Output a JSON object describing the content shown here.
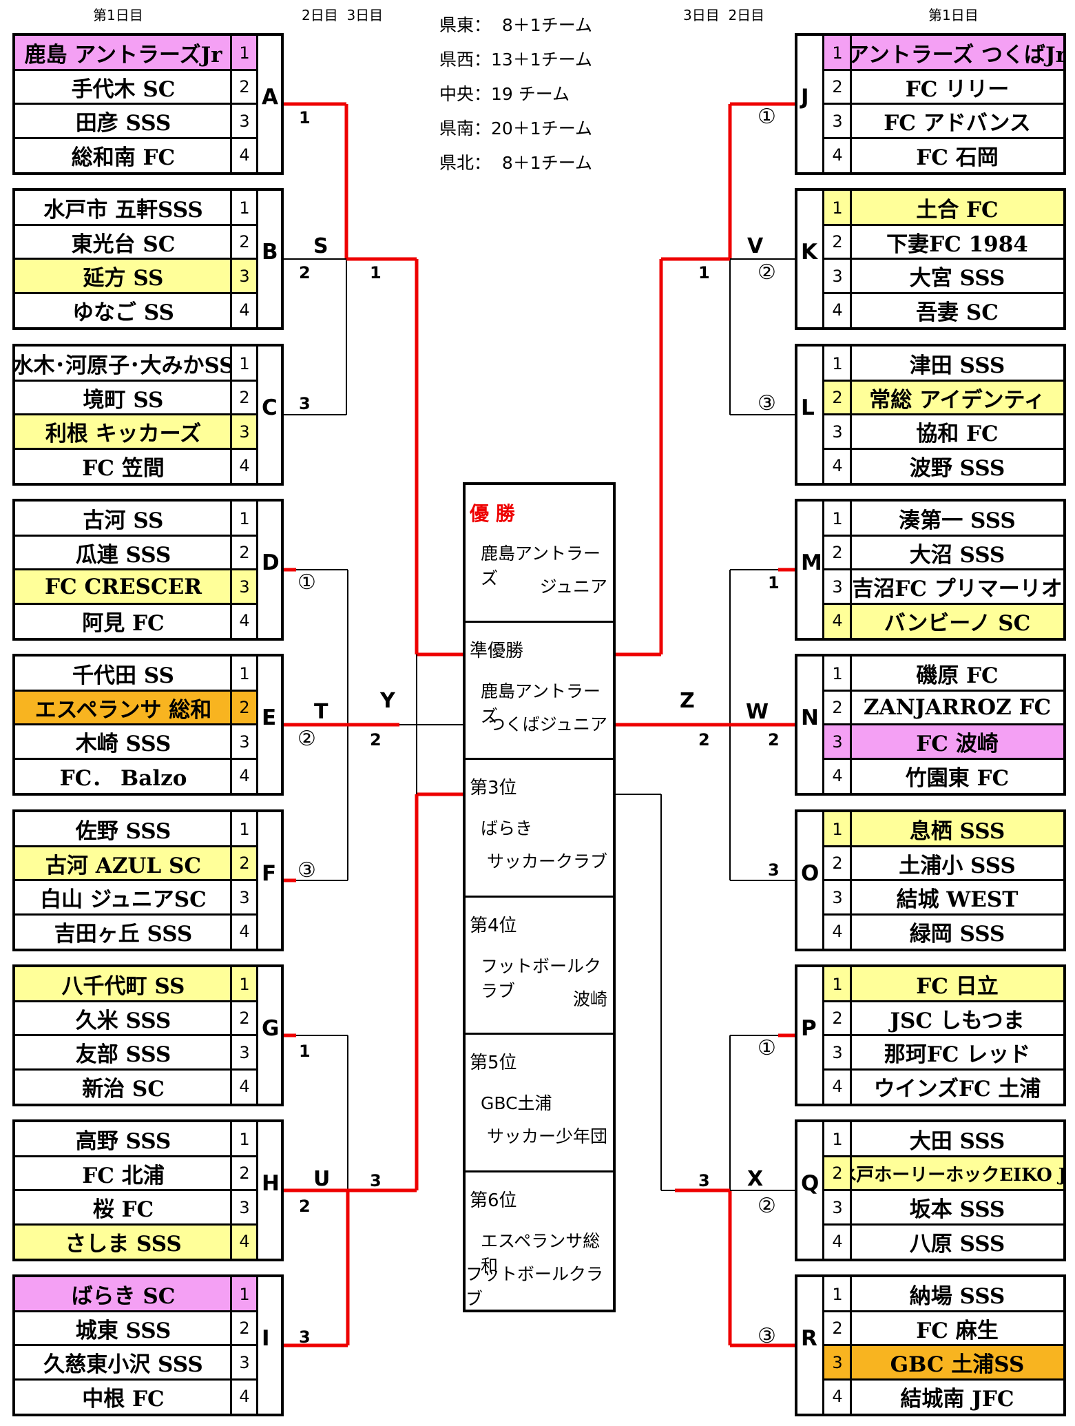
{
  "headers": {
    "left_day1": "第1日目",
    "left_days": "2日目  3日目",
    "right_days": "3日目  2日目",
    "right_day1": "第1日目"
  },
  "summary": [
    "県東：  8＋1チーム",
    "県西：13＋1チーム",
    "中央：19 チーム",
    "県南：20＋1チーム",
    "県北：  8＋1チーム"
  ],
  "colors": {
    "pink": "#f4a0f4",
    "yellow": "#ffff99",
    "orange": "#f8b420",
    "red": "#ee0000"
  },
  "left_groups": [
    {
      "label": "A",
      "teams": [
        {
          "name": "鹿島 アントラーズJr",
          "num": "1",
          "hl": "pink"
        },
        {
          "name": "手代木 SC",
          "num": "2"
        },
        {
          "name": "田彦 SSS",
          "num": "3"
        },
        {
          "name": "総和南 FC",
          "num": "4"
        }
      ]
    },
    {
      "label": "B",
      "teams": [
        {
          "name": "水戸市 五軒SSS",
          "num": "1"
        },
        {
          "name": "東光台 SC",
          "num": "2"
        },
        {
          "name": "延方 SS",
          "num": "3",
          "hl": "yellow"
        },
        {
          "name": "ゆなご SS",
          "num": "4"
        }
      ]
    },
    {
      "label": "C",
      "teams": [
        {
          "name": "水木･河原子･大みかSS",
          "num": "1"
        },
        {
          "name": "境町 SS",
          "num": "2"
        },
        {
          "name": "利根 キッカーズ",
          "num": "3",
          "hl": "yellow"
        },
        {
          "name": "FC 笠間",
          "num": "4"
        }
      ]
    },
    {
      "label": "D",
      "teams": [
        {
          "name": "古河 SS",
          "num": "1"
        },
        {
          "name": "瓜連 SSS",
          "num": "2"
        },
        {
          "name": "FC CRESCER",
          "num": "3",
          "hl": "yellow"
        },
        {
          "name": "阿見 FC",
          "num": "4"
        }
      ]
    },
    {
      "label": "E",
      "teams": [
        {
          "name": "千代田 SS",
          "num": "1"
        },
        {
          "name": "エスペランサ 総和",
          "num": "2",
          "hl": "orange"
        },
        {
          "name": "木崎 SSS",
          "num": "3"
        },
        {
          "name": "FC． Balzo",
          "num": "4"
        }
      ]
    },
    {
      "label": "F",
      "teams": [
        {
          "name": "佐野 SSS",
          "num": "1"
        },
        {
          "name": "古河 AZUL SC",
          "num": "2",
          "hl": "yellow"
        },
        {
          "name": "白山 ジュニアSC",
          "num": "3"
        },
        {
          "name": "吉田ヶ丘 SSS",
          "num": "4"
        }
      ]
    },
    {
      "label": "G",
      "teams": [
        {
          "name": "八千代町 SS",
          "num": "1",
          "hl": "yellow"
        },
        {
          "name": "久米 SSS",
          "num": "2"
        },
        {
          "name": "友部 SSS",
          "num": "3"
        },
        {
          "name": "新治 SC",
          "num": "4"
        }
      ]
    },
    {
      "label": "H",
      "teams": [
        {
          "name": "高野 SSS",
          "num": "1"
        },
        {
          "name": "FC 北浦",
          "num": "2"
        },
        {
          "name": "桜 FC",
          "num": "3"
        },
        {
          "name": "さしま SSS",
          "num": "4",
          "hl": "yellow"
        }
      ]
    },
    {
      "label": "I",
      "teams": [
        {
          "name": "ばらき SC",
          "num": "1",
          "hl": "pink"
        },
        {
          "name": "城東 SSS",
          "num": "2"
        },
        {
          "name": "久慈東小沢 SSS",
          "num": "3"
        },
        {
          "name": "中根 FC",
          "num": "4"
        }
      ]
    }
  ],
  "right_groups": [
    {
      "label": "J",
      "teams": [
        {
          "name": "アントラーズ つくばJr",
          "num": "1",
          "hl": "pink"
        },
        {
          "name": "FC リリー",
          "num": "2"
        },
        {
          "name": "FC アドバンス",
          "num": "3"
        },
        {
          "name": "FC 石岡",
          "num": "4"
        }
      ]
    },
    {
      "label": "K",
      "teams": [
        {
          "name": "土合 FC",
          "num": "1",
          "hl": "yellow"
        },
        {
          "name": "下妻FC 1984",
          "num": "2"
        },
        {
          "name": "大宮 SSS",
          "num": "3"
        },
        {
          "name": "吾妻 SC",
          "num": "4"
        }
      ]
    },
    {
      "label": "L",
      "teams": [
        {
          "name": "津田 SSS",
          "num": "1"
        },
        {
          "name": "常総 アイデンティ",
          "num": "2",
          "hl": "yellow"
        },
        {
          "name": "協和 FC",
          "num": "3"
        },
        {
          "name": "波野 SSS",
          "num": "4"
        }
      ]
    },
    {
      "label": "M",
      "teams": [
        {
          "name": "湊第一 SSS",
          "num": "1"
        },
        {
          "name": "大沼 SSS",
          "num": "2"
        },
        {
          "name": "吉沼FC プリマーリオ",
          "num": "3"
        },
        {
          "name": "バンビーノ SC",
          "num": "4",
          "hl": "yellow"
        }
      ]
    },
    {
      "label": "N",
      "teams": [
        {
          "name": "磯原 FC",
          "num": "1"
        },
        {
          "name": "ZANJARROZ  FC",
          "num": "2"
        },
        {
          "name": "FC 波崎",
          "num": "3",
          "hl": "pink"
        },
        {
          "name": "竹園東 FC",
          "num": "4"
        }
      ]
    },
    {
      "label": "O",
      "teams": [
        {
          "name": "息栖 SSS",
          "num": "1",
          "hl": "yellow"
        },
        {
          "name": "土浦小 SSS",
          "num": "2"
        },
        {
          "name": "結城 WEST",
          "num": "3"
        },
        {
          "name": "緑岡 SSS",
          "num": "4"
        }
      ]
    },
    {
      "label": "P",
      "teams": [
        {
          "name": "FC 日立",
          "num": "1",
          "hl": "yellow"
        },
        {
          "name": "JSC しもつま",
          "num": "2"
        },
        {
          "name": "那珂FC レッド",
          "num": "3"
        },
        {
          "name": "ウインズFC 土浦",
          "num": "4"
        }
      ]
    },
    {
      "label": "Q",
      "teams": [
        {
          "name": "大田 SSS",
          "num": "1"
        },
        {
          "name": "水戸ホーリーホックEIKO Jr",
          "num": "2",
          "hl": "yellow"
        },
        {
          "name": "坂本 SSS",
          "num": "3"
        },
        {
          "name": "八原 SSS",
          "num": "4"
        }
      ]
    },
    {
      "label": "R",
      "teams": [
        {
          "name": "納場 SSS",
          "num": "1"
        },
        {
          "name": "FC 麻生",
          "num": "2"
        },
        {
          "name": "GBC 土浦SS",
          "num": "3",
          "hl": "orange"
        },
        {
          "name": "結城南 JFC",
          "num": "4"
        }
      ]
    }
  ],
  "match_labels": {
    "S": "S",
    "T": "T",
    "U": "U",
    "V": "V",
    "W": "W",
    "X": "X",
    "Y": "Y",
    "Z": "Z"
  },
  "seed_nums": {
    "a": "1",
    "b": "2",
    "c": "3",
    "s": "1",
    "g": "1",
    "h": "2",
    "i": "3",
    "u": "3",
    "e": "2",
    "m": "1",
    "o": "3",
    "k": "1",
    "w": "2",
    "q": "3",
    "zn": "2"
  },
  "circles": {
    "d": "①",
    "e": "②",
    "f": "③",
    "j": "①",
    "k": "②",
    "l": "③",
    "p": "①",
    "q": "②",
    "r": "③"
  },
  "ranking": [
    {
      "title": "優 勝",
      "lines": [
        "鹿島アントラーズ",
        "ジュニア"
      ],
      "red": true
    },
    {
      "title": "準優勝",
      "lines": [
        "鹿島アントラーズ",
        "つくばジュニア"
      ]
    },
    {
      "title": "第3位",
      "lines": [
        "ばらき",
        "サッカークラブ"
      ]
    },
    {
      "title": "第4位",
      "lines": [
        "フットボールクラブ",
        "波崎"
      ]
    },
    {
      "title": "第5位",
      "lines": [
        "GBC土浦",
        "サッカー少年団"
      ]
    },
    {
      "title": "第6位",
      "lines": [
        "エスペランサ総和",
        "フットボールクラブ"
      ]
    }
  ]
}
